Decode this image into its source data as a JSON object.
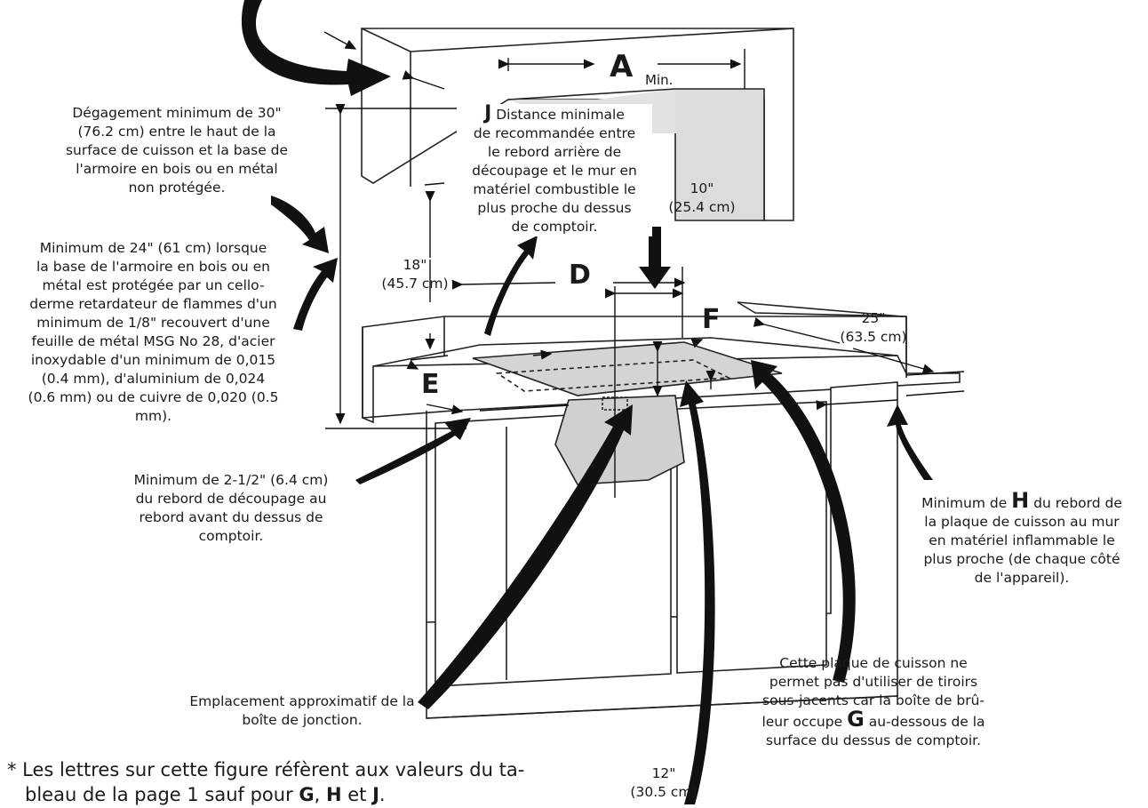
{
  "letters": {
    "A": "A",
    "A_sub": "Min.",
    "D": "D",
    "E": "E",
    "F": "F"
  },
  "notes": {
    "clearance_30": [
      "Dégagement minimum de 30\"",
      "(76.2 cm) entre le haut de la",
      "surface de cuisson et la base de",
      "l'armoire en bois ou en métal",
      "non protégée."
    ],
    "clearance_24": [
      "Minimum de 24\" (61 cm) lorsque",
      "la base de l'armoire en bois ou en",
      "métal est protégée par un cello-",
      "derme retardateur de flammes d'un",
      "minimum de 1/8\" recouvert d'une",
      "feuille de métal MSG No 28, d'acier",
      "inoxydable d'un minimum de 0,015",
      "(0.4 mm), d'aluminium de 0,024",
      "(0.6 mm) ou de cuivre de 0,020 (0.5",
      "mm)."
    ],
    "j_letter": "J",
    "j_note": [
      " Distance minimale",
      "de recommandée entre",
      "le rebord arrière de",
      "découpage et le mur en",
      "matériel combustible le",
      "plus proche du dessus",
      "de comptoir."
    ],
    "min_2_5": [
      "Minimum de 2-1/2\" (6.4 cm)",
      "du rebord de découpage au",
      "rebord avant du dessus de",
      "comptoir."
    ],
    "h_note": {
      "pre": "Minimum de ",
      "letter": "H",
      "post": " du rebord de",
      "lines": [
        "la plaque de cuisson au mur",
        "en matériel inflammable le",
        "plus proche (de chaque côté",
        "de l'appareil)."
      ]
    },
    "junction": [
      "Emplacement approximatif de la",
      "boîte de jonction."
    ],
    "g_note": {
      "lines_before": [
        "Cette plaque de cuisson ne",
        "permet pas d'utiliser de tiroirs",
        "sous-jacents car la boîte de brû-"
      ],
      "pre": "leur occupe ",
      "letter": "G",
      "post": " au-dessous de la",
      "lines_after": [
        "surface du dessus de comptoir."
      ]
    }
  },
  "measurements": {
    "m10": [
      "10\"",
      "(25.4 cm)"
    ],
    "m18": [
      "18\"",
      "(45.7 cm)"
    ],
    "m25": [
      "25\"",
      "(63.5 cm)"
    ],
    "m12": [
      "12\"",
      "(30.5 cm)"
    ]
  },
  "footnote": {
    "line1": "* Les lettres sur cette figure réfèrent aux valeurs du ta-",
    "line2_pre": "bleau de la page 1 sauf pour ",
    "g": "G",
    "sep1": ", ",
    "h": "H",
    "sep2": " et ",
    "j": "J",
    "end": "."
  }
}
